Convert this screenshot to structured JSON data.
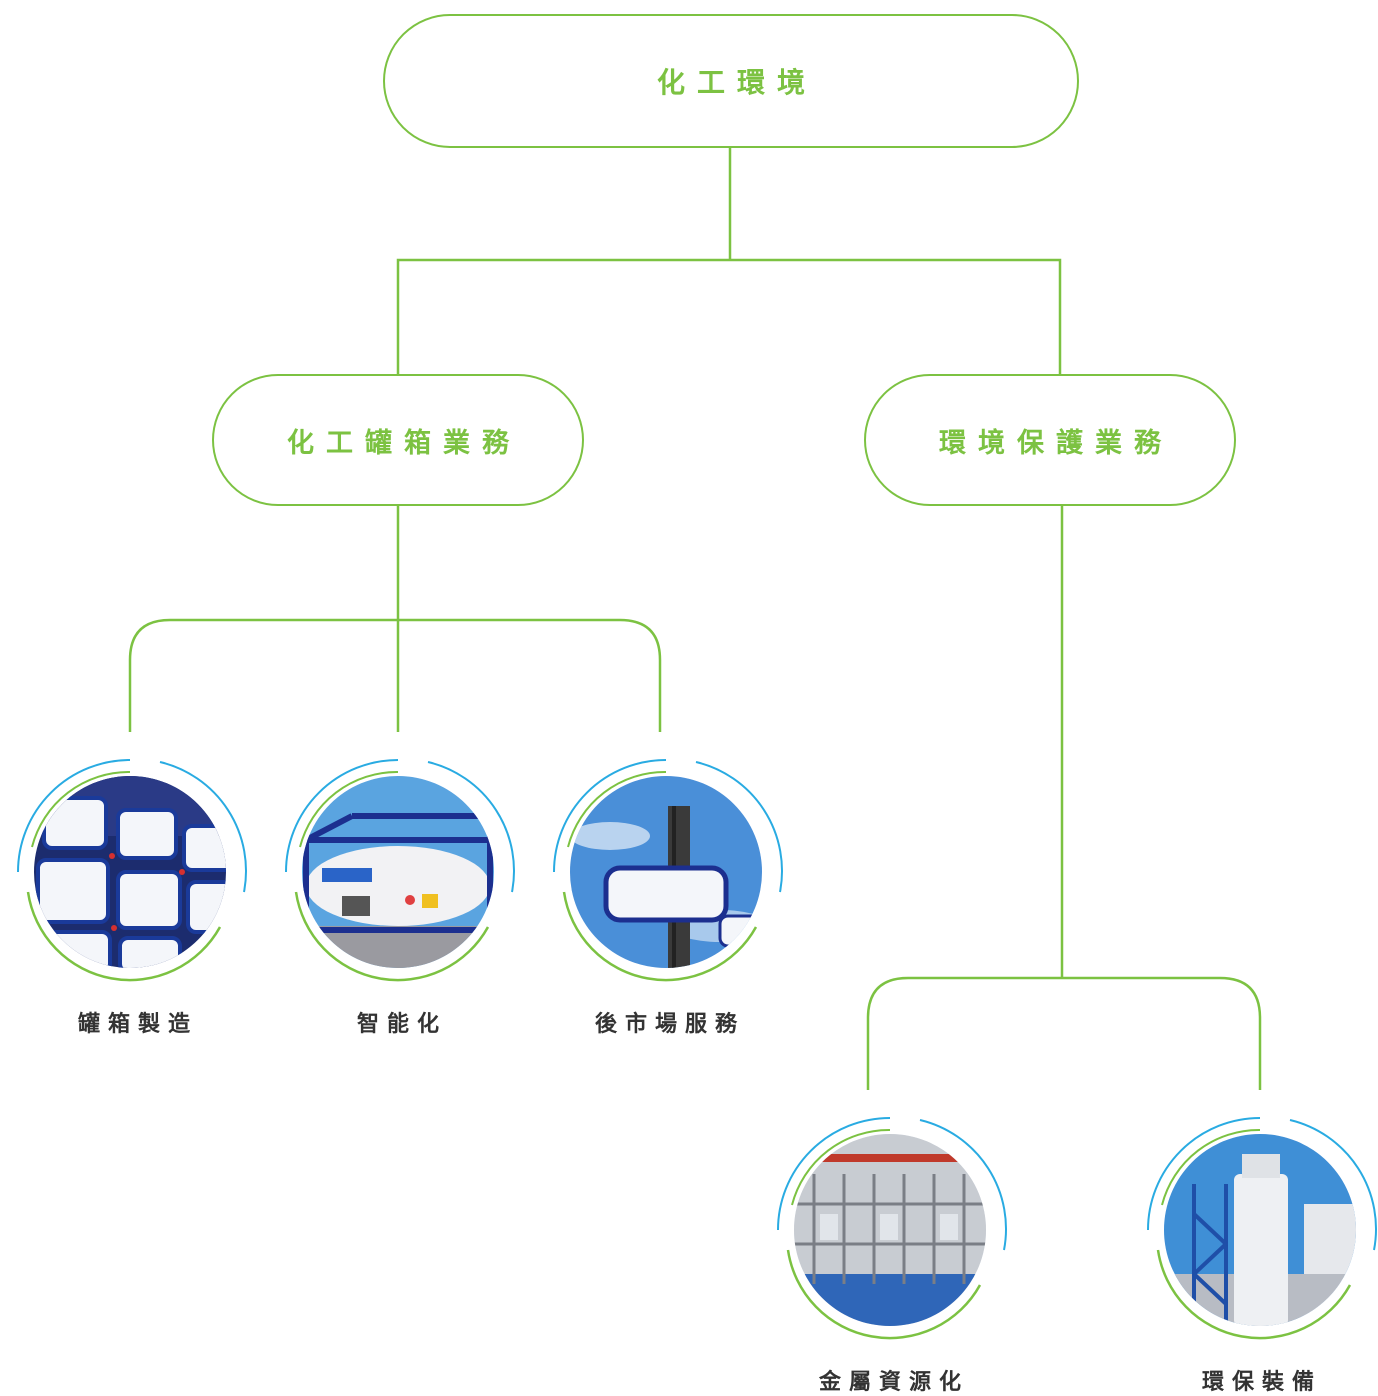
{
  "root": {
    "label": "化工環境"
  },
  "branches": [
    {
      "label": "化工罐箱業務",
      "children": [
        {
          "label": "罐箱製造",
          "photo": "stacked-tank-containers-photo"
        },
        {
          "label": "智能化",
          "photo": "tank-container-photo"
        },
        {
          "label": "後市場服務",
          "photo": "forklift-lifting-tank-photo"
        }
      ]
    },
    {
      "label": "環境保護業務",
      "children": [
        {
          "label": "金屬資源化",
          "photo": "metal-recovery-plant-photo"
        },
        {
          "label": "環保裝備",
          "photo": "environmental-equipment-tower-photo"
        }
      ]
    }
  ],
  "colors": {
    "green": "#7cc242",
    "blue_arc": "#29abe2",
    "label_text": "#333333"
  }
}
